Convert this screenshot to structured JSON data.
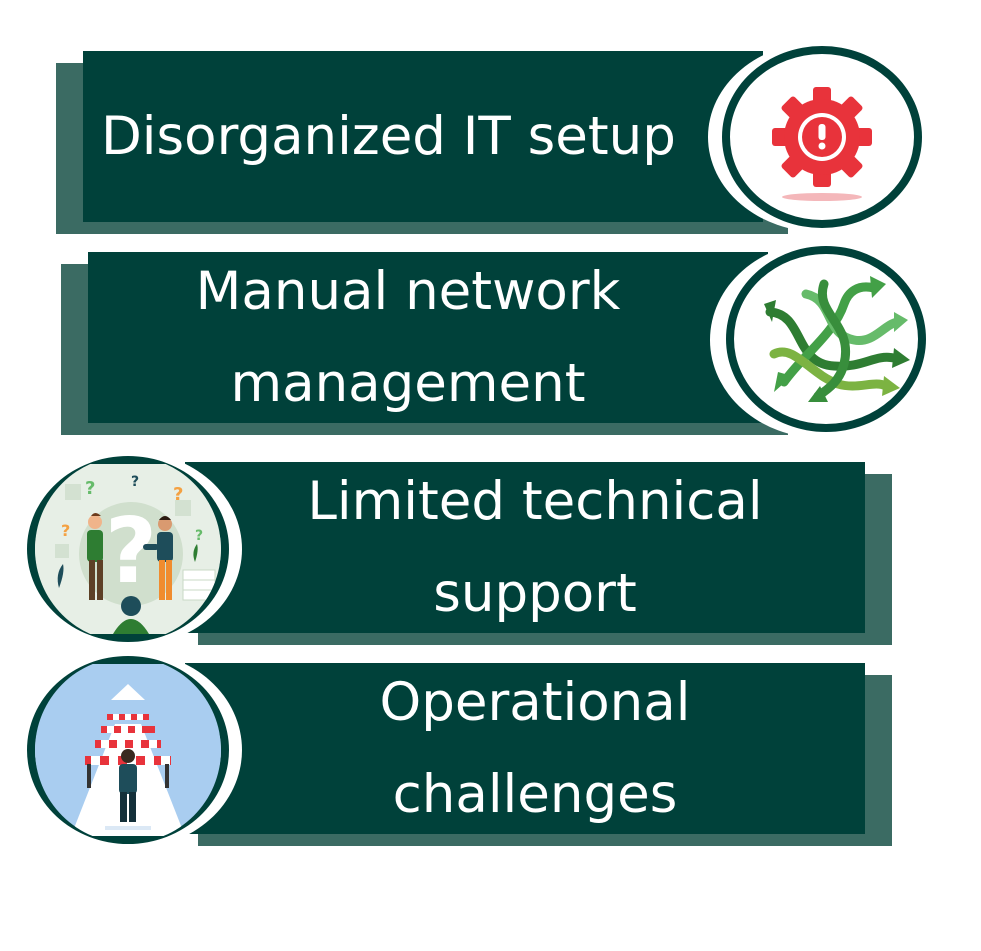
{
  "items": [
    {
      "label": "Disorganized IT setup",
      "icon": "gear-warning-icon"
    },
    {
      "label_lines": [
        "Manual network",
        "management"
      ],
      "icon": "tangled-arrows-icon"
    },
    {
      "label_lines": [
        "Limited technical",
        "support"
      ],
      "icon": "confused-people-icon"
    },
    {
      "label_lines": [
        "Operational",
        "challenges"
      ],
      "icon": "roadblock-person-icon"
    }
  ],
  "colors": {
    "band": "#00413a",
    "shadow": "#3b6b63",
    "ring": "#00413a",
    "gear": "#e8333b",
    "arrows": "#4caf50"
  }
}
